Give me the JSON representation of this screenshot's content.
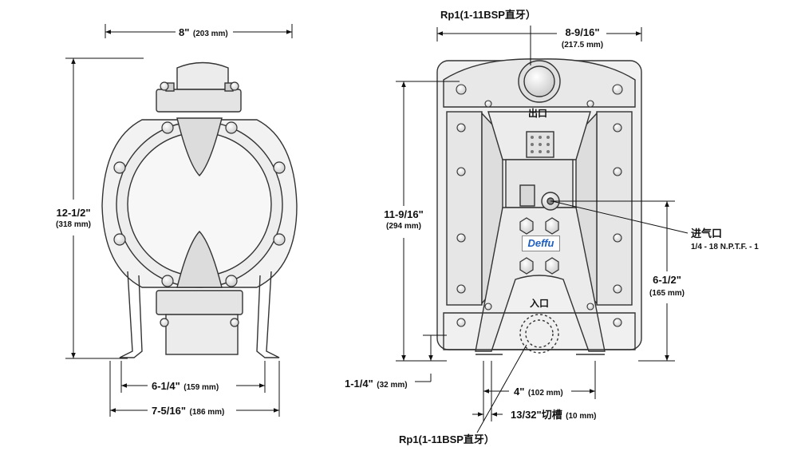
{
  "left_view": {
    "width_top": "8\"",
    "width_top_mm": "(203 mm)",
    "height": "12-1/2\"",
    "height_mm": "(318 mm)",
    "base_inner": "6-1/4\"",
    "base_inner_mm": "(159 mm)",
    "base_outer": "7-5/16\"",
    "base_outer_mm": "(186 mm)"
  },
  "right_view": {
    "outlet_thread": "Rp1(1-11BSP直牙）",
    "width_top": "8-9/16\"",
    "width_top_mm": "(217.5 mm)",
    "outlet_label": "出口",
    "height": "11-9/16\"",
    "height_mm": "(294 mm)",
    "air_inlet_label": "进气口",
    "air_inlet_thread": "1/4 - 18 N.P.T.F. - 1",
    "lower_height": "6-1/2\"",
    "lower_height_mm": "(165 mm)",
    "inlet_label": "入口",
    "brand": "Deffu",
    "foot_height": "1-1/4\"",
    "foot_height_mm": "(32 mm)",
    "foot_spacing": "4\"",
    "foot_spacing_mm": "(102 mm)",
    "slot": "13/32\"切槽",
    "slot_mm": "(10 mm)",
    "inlet_thread": "Rp1(1-11BSP直牙）"
  }
}
